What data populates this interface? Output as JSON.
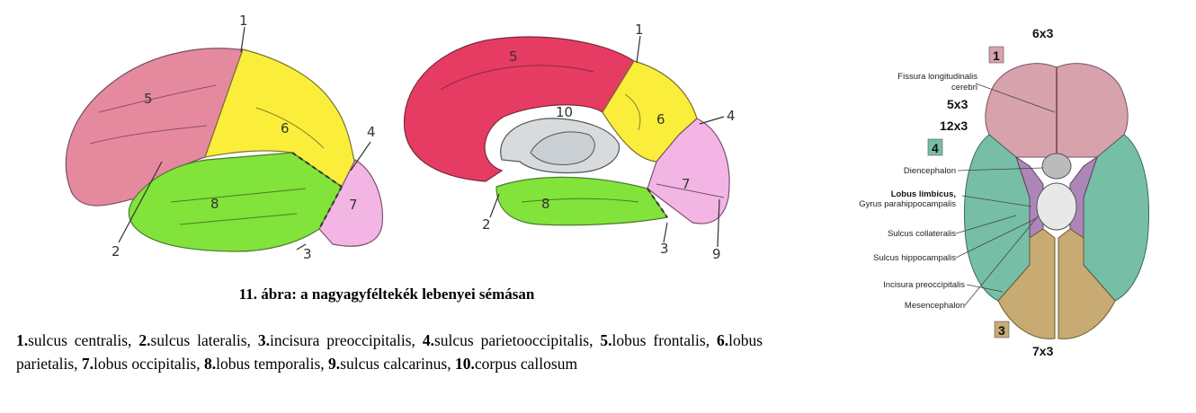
{
  "figure": {
    "caption": "11. ábra: a nagyagyféltekék lebenyei sémásan"
  },
  "lateral_view": {
    "labels": [
      "1",
      "2",
      "3",
      "4",
      "5",
      "6",
      "7",
      "8"
    ]
  },
  "medial_view": {
    "labels": [
      "1",
      "2",
      "3",
      "4",
      "5",
      "6",
      "7",
      "8",
      "9",
      "10"
    ]
  },
  "legend": [
    {
      "num": "1.",
      "text": "sulcus centralis,"
    },
    {
      "num": "2.",
      "text": "sulcus lateralis,"
    },
    {
      "num": "3.",
      "text": "incisura preoccipitalis,"
    },
    {
      "num": "4.",
      "text": "sulcus parietooccipitalis,"
    },
    {
      "num": "5.",
      "text": "lobus frontalis,"
    },
    {
      "num": "6.",
      "text": "lobus parietalis,"
    },
    {
      "num": "7.",
      "text": "lobus occipitalis,"
    },
    {
      "num": "8.",
      "text": "lobus temporalis,"
    },
    {
      "num": "9.",
      "text": "sulcus calcarinus,"
    },
    {
      "num": "10.",
      "text": "corpus callosum"
    }
  ],
  "basal_view": {
    "badges": {
      "b1": "1",
      "b4": "4",
      "b3": "3"
    },
    "counts": {
      "top": "6x3",
      "c5": "5x3",
      "c12": "12x3",
      "bottom": "7x3"
    },
    "labels": {
      "fissura_1": "Fissura longitudinalis",
      "fissura_2": "cerebri",
      "diencephalon": "Diencephalon",
      "lobus_limbicus": "Lobus limbicus,",
      "gyrus": "Gyrus parahippocampalis",
      "collateralis": "Sulcus collateralis",
      "hippocampalis": "Sulcus hippocampalis",
      "incisura": "Incisura preoccipitalis",
      "mesencephalon": "Mesencephalon"
    }
  },
  "colors": {
    "frontal_pink": "#e58a9e",
    "parietal_yellow": "#fbee3a",
    "occipital_pink": "#f3b5e4",
    "temporal_green": "#82e33a",
    "medial_red": "#e63c63",
    "basal_frontal": "#d8a2ad",
    "basal_limbic": "#76bfa6",
    "basal_occipital": "#c8ab73",
    "basal_purple": "#ad86b8"
  }
}
